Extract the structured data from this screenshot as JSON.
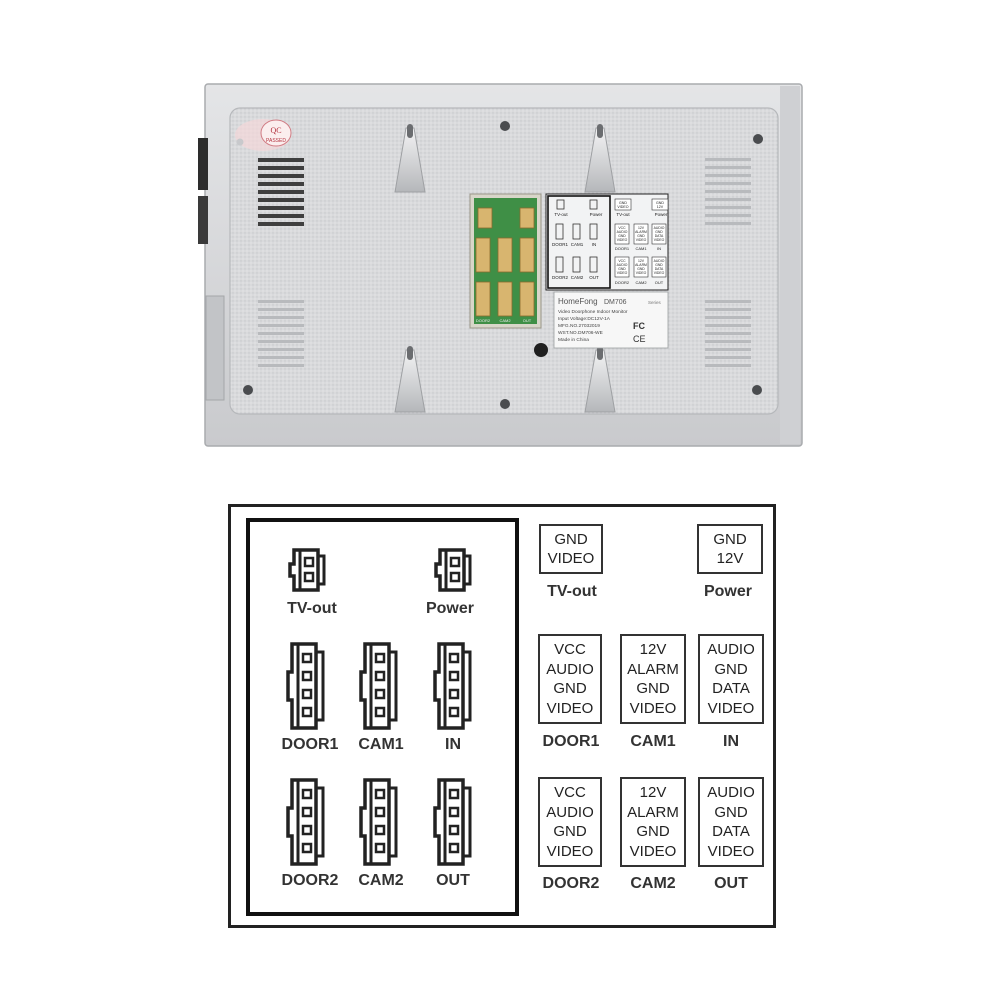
{
  "photo": {
    "qc_sticker": {
      "line1": "QC",
      "line2": "PASSED"
    },
    "mini_labels": {
      "tvout": "TV-out",
      "power": "Power",
      "door1": "DOOR1",
      "cam1": "CAM1",
      "in": "IN",
      "door2": "DOOR2",
      "cam2": "CAM2",
      "out": "OUT"
    },
    "board_labels": {
      "door2": "DOOR2",
      "cam2": "CAM2",
      "out": "OUT"
    },
    "mini_boxes": {
      "tvout": [
        "GND",
        "VIDEO"
      ],
      "power": [
        "GND",
        "12V"
      ],
      "door1": [
        "VCC",
        "AUDIO",
        "GND",
        "VIDEO"
      ],
      "cam1": [
        "12V",
        "ALARM",
        "GND",
        "VIDEO"
      ],
      "in": [
        "AUDIO",
        "GND",
        "DATA",
        "VIDEO"
      ]
    },
    "nameplate": {
      "brand": "HomeFong",
      "model": "DM706",
      "series": "Series",
      "product": "Video Doorphone Indoor Monitor",
      "input_voltage": "Input Voltage:DC12V-1A",
      "mfg_no": "MFG.NO.27032019",
      "wst_no": "WST.NO.DM706-WE",
      "origin": "Made in China",
      "fc_mark": "FC",
      "ce_mark": "CE"
    }
  },
  "diagram": {
    "connectors": {
      "tvout": "TV-out",
      "power": "Power",
      "door1": "DOOR1",
      "cam1": "CAM1",
      "in": "IN",
      "door2": "DOOR2",
      "cam2": "CAM2",
      "out": "OUT"
    },
    "pinouts": {
      "tvout": {
        "label": "TV-out",
        "pins": [
          "GND",
          "VIDEO"
        ]
      },
      "power": {
        "label": "Power",
        "pins": [
          "GND",
          "12V"
        ]
      },
      "door1": {
        "label": "DOOR1",
        "pins": [
          "VCC",
          "AUDIO",
          "GND",
          "VIDEO"
        ]
      },
      "cam1": {
        "label": "CAM1",
        "pins": [
          "12V",
          "ALARM",
          "GND",
          "VIDEO"
        ]
      },
      "in": {
        "label": "IN",
        "pins": [
          "AUDIO",
          "GND",
          "DATA",
          "VIDEO"
        ]
      },
      "door2": {
        "label": "DOOR2",
        "pins": [
          "VCC",
          "AUDIO",
          "GND",
          "VIDEO"
        ]
      },
      "cam2": {
        "label": "CAM2",
        "pins": [
          "12V",
          "ALARM",
          "GND",
          "VIDEO"
        ]
      },
      "out": {
        "label": "OUT",
        "pins": [
          "AUDIO",
          "GND",
          "DATA",
          "VIDEO"
        ]
      }
    }
  }
}
